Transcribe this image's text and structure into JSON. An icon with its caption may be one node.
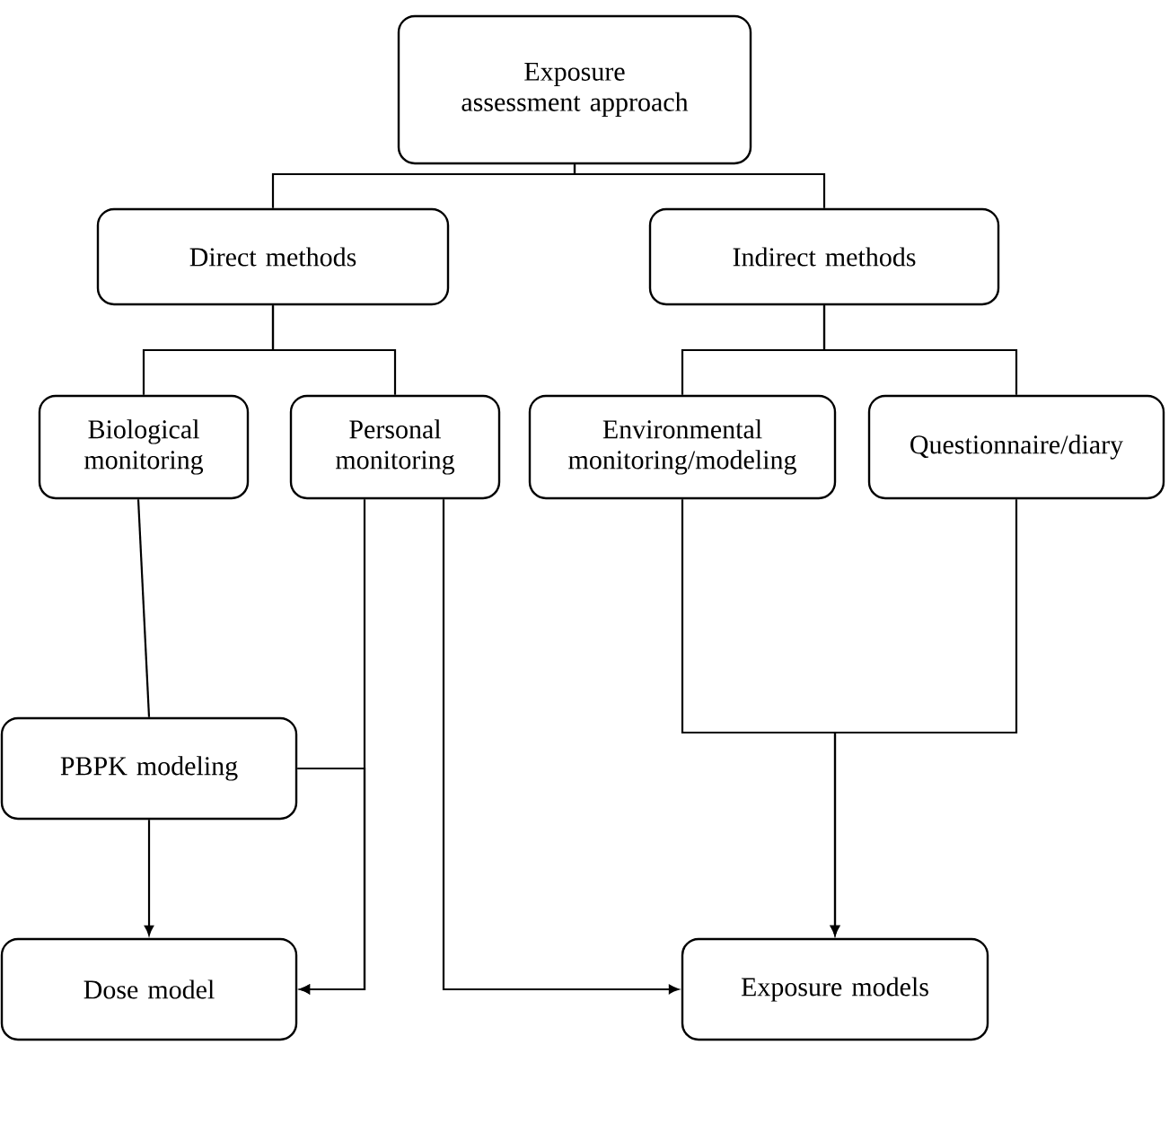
{
  "diagram": {
    "nodes": [
      {
        "text": [
          "Exposure assessment approach"
        ]
      },
      {
        "text": [
          "Direct methods"
        ]
      },
      {
        "text": [
          "Indirect methods"
        ]
      },
      {
        "text": [
          "Biological monitoring"
        ]
      },
      {
        "text": [
          "Personal monitoring"
        ]
      },
      {
        "text": [
          "Environmental monitoring/modeling"
        ]
      },
      {
        "text": [
          "Questionnaire/diary"
        ]
      },
      {
        "text": [
          "PBPK modeling"
        ]
      },
      {
        "text": [
          "Dose model"
        ]
      },
      {
        "text": [
          "Exposure models"
        ]
      }
    ],
    "edges": [
      {
        "from": 0,
        "to": 1,
        "arrow": "none"
      },
      {
        "from": 0,
        "to": 2,
        "arrow": "none"
      },
      {
        "from": 1,
        "to": 3,
        "arrow": "none"
      },
      {
        "from": 1,
        "to": 4,
        "arrow": "none"
      },
      {
        "from": 2,
        "to": 5,
        "arrow": "none"
      },
      {
        "from": 2,
        "to": 6,
        "arrow": "none"
      },
      {
        "from": 3,
        "to": 7,
        "arrow": "none"
      },
      {
        "from": 7,
        "to": 8,
        "arrow": "to"
      },
      {
        "from": 4,
        "to": 8,
        "arrow": "to"
      },
      {
        "from": 7,
        "to": 8,
        "arrow": "to"
      },
      {
        "from": 4,
        "to": 9,
        "arrow": "to"
      },
      {
        "from": 5,
        "to": 9,
        "arrow": "to"
      },
      {
        "from": 6,
        "to": 9,
        "arrow": "to"
      }
    ]
  }
}
